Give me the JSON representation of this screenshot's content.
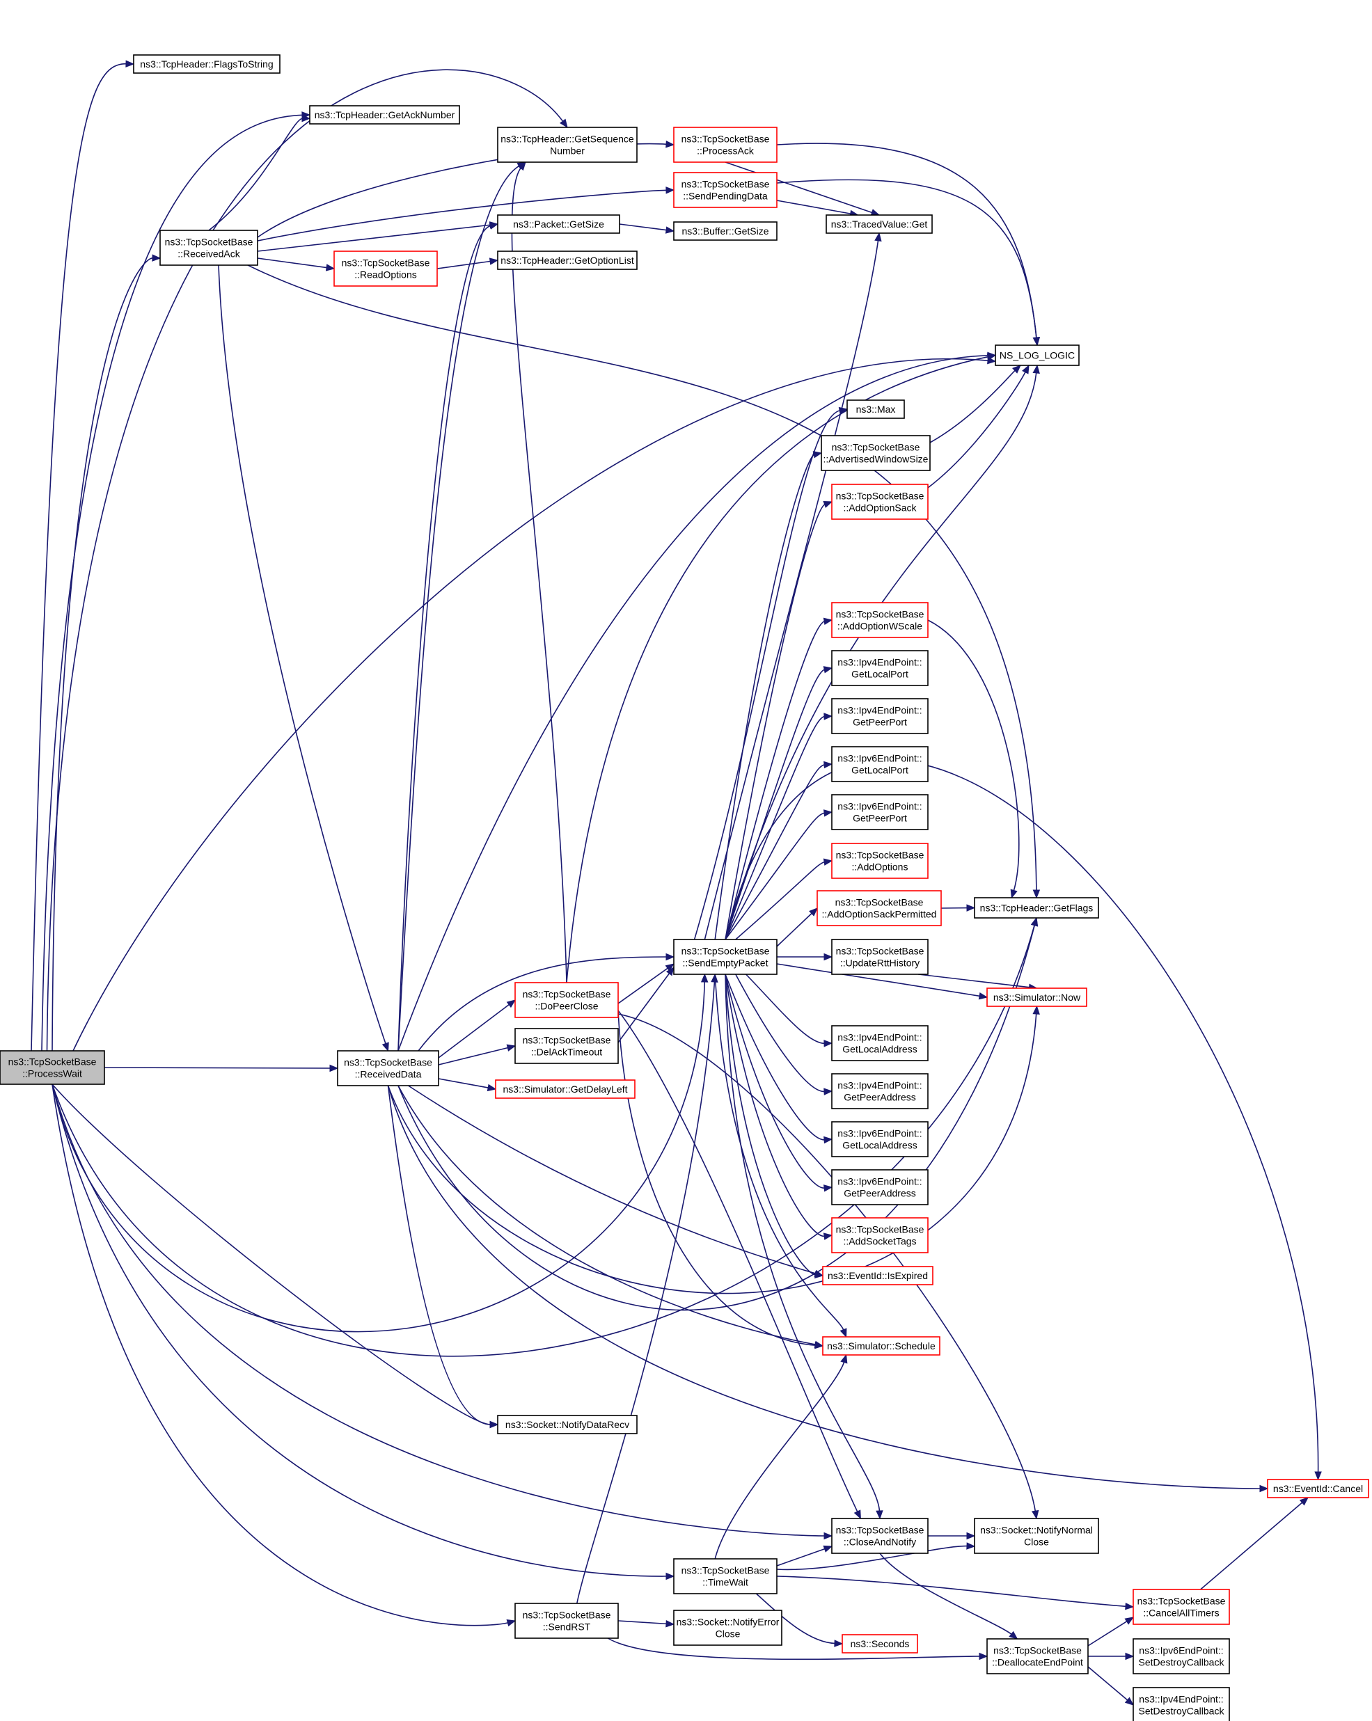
{
  "colors": {
    "edge": "#191970",
    "normal_border": "#000000",
    "truncated_border": "#ff0000",
    "root_fill": "#bfbfbf",
    "node_fill": "#ffffff"
  },
  "nodes": [
    {
      "id": "processwait",
      "lines": [
        "ns3::TcpSocketBase",
        "::ProcessWait"
      ],
      "style": "root"
    },
    {
      "id": "flagstostring",
      "lines": [
        "ns3::TcpHeader::FlagsToString"
      ],
      "style": "normal"
    },
    {
      "id": "getacknumber",
      "lines": [
        "ns3::TcpHeader::GetAckNumber"
      ],
      "style": "normal"
    },
    {
      "id": "getseqnumber",
      "lines": [
        "ns3::TcpHeader::GetSequence",
        "Number"
      ],
      "style": "normal"
    },
    {
      "id": "processack",
      "lines": [
        "ns3::TcpSocketBase",
        "::ProcessAck"
      ],
      "style": "truncated"
    },
    {
      "id": "sendpendingdata",
      "lines": [
        "ns3::TcpSocketBase",
        "::SendPendingData"
      ],
      "style": "truncated"
    },
    {
      "id": "tracedvalueget",
      "lines": [
        "ns3::TracedValue::Get"
      ],
      "style": "normal"
    },
    {
      "id": "receivedack",
      "lines": [
        "ns3::TcpSocketBase",
        "::ReceivedAck"
      ],
      "style": "normal"
    },
    {
      "id": "packetgetsize",
      "lines": [
        "ns3::Packet::GetSize"
      ],
      "style": "normal"
    },
    {
      "id": "buffergetsize",
      "lines": [
        "ns3::Buffer::GetSize"
      ],
      "style": "normal"
    },
    {
      "id": "readoptions",
      "lines": [
        "ns3::TcpSocketBase",
        "::ReadOptions"
      ],
      "style": "truncated"
    },
    {
      "id": "getoptionlist",
      "lines": [
        "ns3::TcpHeader::GetOptionList"
      ],
      "style": "normal"
    },
    {
      "id": "nslog",
      "lines": [
        "NS_LOG_LOGIC"
      ],
      "style": "normal"
    },
    {
      "id": "max",
      "lines": [
        "ns3::Max"
      ],
      "style": "normal"
    },
    {
      "id": "advwin",
      "lines": [
        "ns3::TcpSocketBase",
        "::AdvertisedWindowSize"
      ],
      "style": "normal"
    },
    {
      "id": "addoptionsack",
      "lines": [
        "ns3::TcpSocketBase",
        "::AddOptionSack"
      ],
      "style": "truncated"
    },
    {
      "id": "addoptionwscale",
      "lines": [
        "ns3::TcpSocketBase",
        "::AddOptionWScale"
      ],
      "style": "truncated"
    },
    {
      "id": "ipv4glp",
      "lines": [
        "ns3::Ipv4EndPoint::",
        "GetLocalPort"
      ],
      "style": "normal"
    },
    {
      "id": "ipv4gpp",
      "lines": [
        "ns3::Ipv4EndPoint::",
        "GetPeerPort"
      ],
      "style": "normal"
    },
    {
      "id": "ipv6glp",
      "lines": [
        "ns3::Ipv6EndPoint::",
        "GetLocalPort"
      ],
      "style": "normal"
    },
    {
      "id": "ipv6gpp",
      "lines": [
        "ns3::Ipv6EndPoint::",
        "GetPeerPort"
      ],
      "style": "normal"
    },
    {
      "id": "addoptions",
      "lines": [
        "ns3::TcpSocketBase",
        "::AddOptions"
      ],
      "style": "truncated"
    },
    {
      "id": "addoptionsackperm",
      "lines": [
        "ns3::TcpSocketBase",
        "::AddOptionSackPermitted"
      ],
      "style": "truncated"
    },
    {
      "id": "getflags",
      "lines": [
        "ns3::TcpHeader::GetFlags"
      ],
      "style": "normal"
    },
    {
      "id": "sendemptypacket",
      "lines": [
        "ns3::TcpSocketBase",
        "::SendEmptyPacket"
      ],
      "style": "normal"
    },
    {
      "id": "updatertt",
      "lines": [
        "ns3::TcpSocketBase",
        "::UpdateRttHistory"
      ],
      "style": "normal"
    },
    {
      "id": "doperclose",
      "lines": [
        "ns3::TcpSocketBase",
        "::DoPeerClose"
      ],
      "style": "truncated"
    },
    {
      "id": "simnow",
      "lines": [
        "ns3::Simulator::Now"
      ],
      "style": "truncated"
    },
    {
      "id": "delacktimeout",
      "lines": [
        "ns3::TcpSocketBase",
        "::DelAckTimeout"
      ],
      "style": "normal"
    },
    {
      "id": "receiveddata",
      "lines": [
        "ns3::TcpSocketBase",
        "::ReceivedData"
      ],
      "style": "normal"
    },
    {
      "id": "getdelayleft",
      "lines": [
        "ns3::Simulator::GetDelayLeft"
      ],
      "style": "truncated"
    },
    {
      "id": "ipv4gla",
      "lines": [
        "ns3::Ipv4EndPoint::",
        "GetLocalAddress"
      ],
      "style": "normal"
    },
    {
      "id": "ipv4gpa",
      "lines": [
        "ns3::Ipv4EndPoint::",
        "GetPeerAddress"
      ],
      "style": "normal"
    },
    {
      "id": "ipv6gla",
      "lines": [
        "ns3::Ipv6EndPoint::",
        "GetLocalAddress"
      ],
      "style": "normal"
    },
    {
      "id": "ipv6gpa",
      "lines": [
        "ns3::Ipv6EndPoint::",
        "GetPeerAddress"
      ],
      "style": "normal"
    },
    {
      "id": "addsockettags",
      "lines": [
        "ns3::TcpSocketBase",
        "::AddSocketTags"
      ],
      "style": "truncated"
    },
    {
      "id": "isexpired",
      "lines": [
        "ns3::EventId::IsExpired"
      ],
      "style": "truncated"
    },
    {
      "id": "schedule",
      "lines": [
        "ns3::Simulator::Schedule"
      ],
      "style": "truncated"
    },
    {
      "id": "notifydatarecv",
      "lines": [
        "ns3::Socket::NotifyDataRecv"
      ],
      "style": "normal"
    },
    {
      "id": "cancel",
      "lines": [
        "ns3::EventId::Cancel"
      ],
      "style": "truncated"
    },
    {
      "id": "closeandnotify",
      "lines": [
        "ns3::TcpSocketBase",
        "::CloseAndNotify"
      ],
      "style": "normal"
    },
    {
      "id": "notifynormalclose",
      "lines": [
        "ns3::Socket::NotifyNormal",
        "Close"
      ],
      "style": "normal"
    },
    {
      "id": "timewait",
      "lines": [
        "ns3::TcpSocketBase",
        "::TimeWait"
      ],
      "style": "normal"
    },
    {
      "id": "cancelalltimers",
      "lines": [
        "ns3::TcpSocketBase",
        "::CancelAllTimers"
      ],
      "style": "truncated"
    },
    {
      "id": "sendrst",
      "lines": [
        "ns3::TcpSocketBase",
        "::SendRST"
      ],
      "style": "normal"
    },
    {
      "id": "notifyerrorclose",
      "lines": [
        "ns3::Socket::NotifyError",
        "Close"
      ],
      "style": "normal"
    },
    {
      "id": "seconds",
      "lines": [
        "ns3::Seconds"
      ],
      "style": "truncated"
    },
    {
      "id": "deallocate",
      "lines": [
        "ns3::TcpSocketBase",
        "::DeallocateEndPoint"
      ],
      "style": "normal"
    },
    {
      "id": "ipv6setdestroy",
      "lines": [
        "ns3::Ipv6EndPoint::",
        "SetDestroyCallback"
      ],
      "style": "normal"
    },
    {
      "id": "ipv4setdestroy",
      "lines": [
        "ns3::Ipv4EndPoint::",
        "SetDestroyCallback"
      ],
      "style": "normal"
    }
  ]
}
